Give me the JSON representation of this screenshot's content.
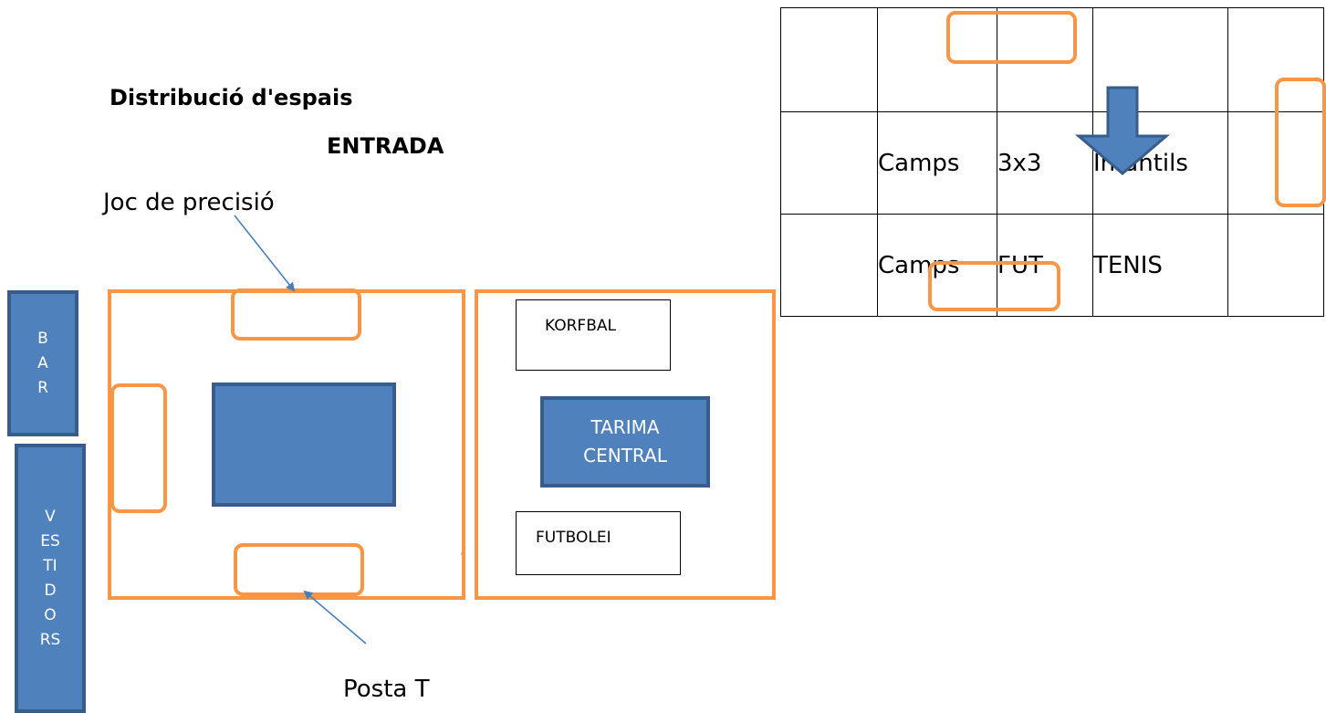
{
  "title": "Distribució d'espais",
  "entrance": "ENTRADA",
  "labels": {
    "precision_game": "Joc de precisió",
    "posta_t": "Posta T",
    "stray_dot": "."
  },
  "bar": {
    "letters": [
      "B",
      "A",
      "R"
    ]
  },
  "vestidors": {
    "letters": [
      "V",
      "ES",
      "TI",
      "D",
      "O",
      "RS"
    ]
  },
  "right_field": {
    "korfbal": "KORFBAL",
    "tarima": [
      "TARIMA",
      "CENTRAL"
    ],
    "futbolei": "FUTBOLEI"
  },
  "table": {
    "rows": [
      [
        "",
        "",
        "",
        "",
        ""
      ],
      [
        "",
        "Camps",
        "3x3",
        "Infantils",
        ""
      ],
      [
        "",
        "Camps",
        "FUT",
        "TENIS",
        ""
      ]
    ]
  },
  "colors": {
    "orange": "#f79646",
    "blue_fill": "#4f81bd",
    "blue_border": "#385d8a",
    "arrow_line": "#4a7ebb"
  }
}
